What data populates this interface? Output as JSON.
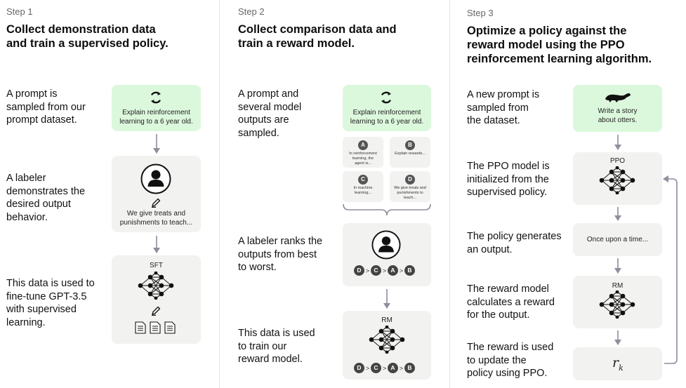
{
  "columns": [
    {
      "label": "Step 1",
      "title": "Collect demonstration data\nand train a supervised policy.",
      "rows": [
        "A prompt is\nsampled from our\nprompt dataset.",
        "A labeler\ndemonstrates the\ndesired output\nbehavior.",
        "This data is used to\nfine-tune GPT-3.5\nwith supervised\nlearning."
      ],
      "prompt_card": "Explain reinforcement\nlearning to a 6 year old.",
      "demo_card": "We give treats and\npunishments to teach...",
      "model_title": "SFT"
    },
    {
      "label": "Step 2",
      "title": "Collect comparison data and\ntrain a reward model.",
      "rows": [
        "A prompt and\nseveral model\noutputs are\nsampled.",
        "A labeler ranks the\noutputs from best\nto worst.",
        "This data is used\nto train our\nreward model."
      ],
      "prompt_card": "Explain reinforcement\nlearning to a 6 year old.",
      "outputs": [
        {
          "letter": "A",
          "text": "In reinforcement\nlearning, the\nagent is..."
        },
        {
          "letter": "B",
          "text": "Explain rewards..."
        },
        {
          "letter": "C",
          "text": "In machine\nlearning..."
        },
        {
          "letter": "D",
          "text": "We give treats and\npunishments to\nteach..."
        }
      ],
      "ranking": [
        "D",
        "C",
        "A",
        "B"
      ],
      "model_title": "RM"
    },
    {
      "label": "Step 3",
      "title": "Optimize a policy against the\nreward model using the PPO\nreinforcement learning algorithm.",
      "rows": [
        "A new prompt is\nsampled from\nthe dataset.",
        "The PPO model is\ninitialized from the\nsupervised policy.",
        "The policy generates\nan output.",
        "The reward model\ncalculates a reward\nfor the output.",
        "The reward is used\nto update the\npolicy using PPO."
      ],
      "prompt_card": "Write a story\nabout otters.",
      "ppo_title": "PPO",
      "output_card": "Once upon a time...",
      "rm_title": "RM",
      "reward_symbol": "r",
      "reward_subscript": "k"
    }
  ],
  "icons": [
    "cycle-icon",
    "person-icon",
    "pencil-icon",
    "document-icon",
    "neural-network-icon",
    "otter-icon",
    "arrow-down-icon",
    "curly-brace-icon"
  ],
  "colors": {
    "prompt_card": "#dcf8dc",
    "card": "#f2f2f0",
    "arrow": "#8e8e9e",
    "divider": "#e4e4e4"
  }
}
